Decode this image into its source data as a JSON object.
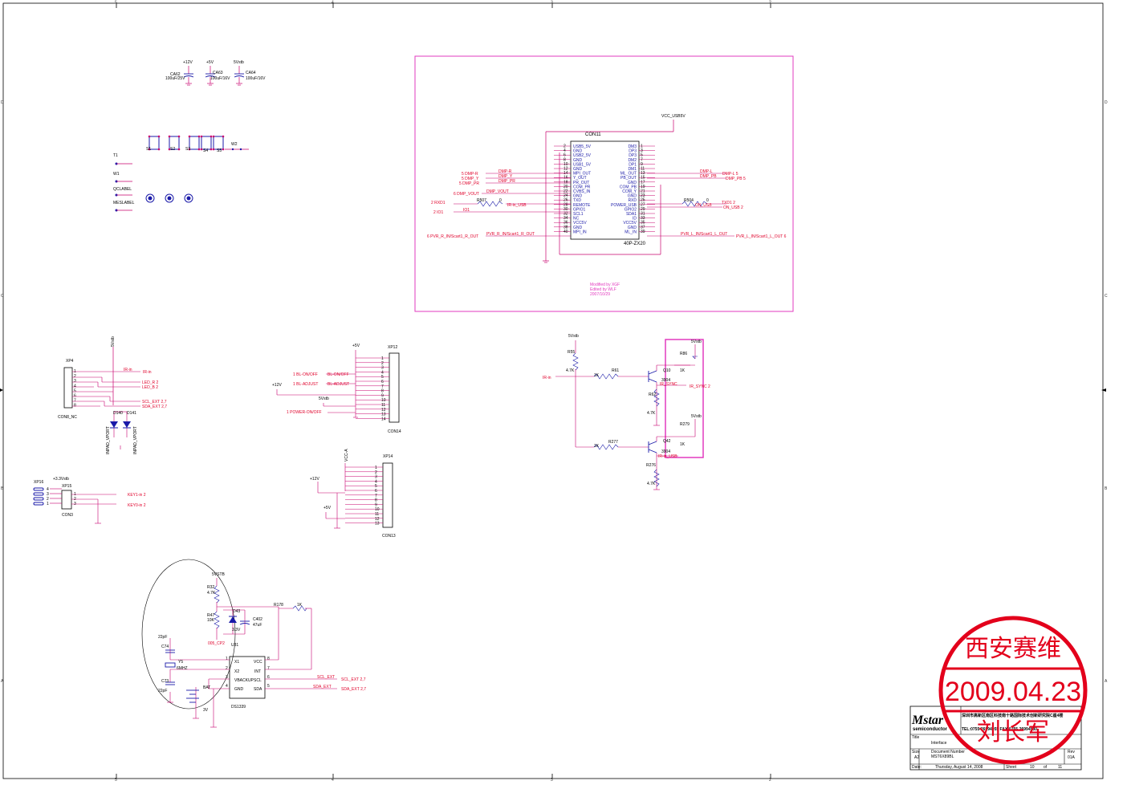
{
  "frame": {
    "col_labels": [
      "5",
      "4",
      "3",
      "2"
    ],
    "row_labels": [
      "D",
      "C",
      "B",
      "A"
    ]
  },
  "caps": [
    {
      "rail": "+12V",
      "ref": "CA62",
      "value": "100uF/25V"
    },
    {
      "rail": "+5V",
      "ref": "CA63",
      "value": "100uF/16V"
    },
    {
      "rail": "5Vstb",
      "ref": "CA64",
      "value": "100uF/16V"
    }
  ],
  "switches": {
    "labels": [
      "S1",
      "S2",
      "S3",
      "S4",
      "S5"
    ],
    "w2": "W2"
  },
  "test_points": [
    {
      "label": "T1"
    },
    {
      "label": "W1"
    },
    {
      "label": "QCLABEL"
    },
    {
      "label": "MESLABEL"
    }
  ],
  "con11": {
    "title": "CON11",
    "part": "40P-ZX20",
    "vcc": "VCC_USB5V",
    "left_pins": [
      {
        "num": "2",
        "name": "USB5_5V"
      },
      {
        "num": "4",
        "name": "GND"
      },
      {
        "num": "6",
        "name": "USB2_5V"
      },
      {
        "num": "8",
        "name": "GND"
      },
      {
        "num": "10",
        "name": "USB1_5V"
      },
      {
        "num": "12",
        "name": "GND"
      },
      {
        "num": "14",
        "name": "MPI_OUT"
      },
      {
        "num": "16",
        "name": "Y_OUT"
      },
      {
        "num": "18",
        "name": "PR_OUT"
      },
      {
        "num": "20",
        "name": "COM_PR"
      },
      {
        "num": "22",
        "name": "CVBS_IN"
      },
      {
        "num": "24",
        "name": "GND"
      },
      {
        "num": "26",
        "name": "TXD"
      },
      {
        "num": "28",
        "name": "REMOTE"
      },
      {
        "num": "30",
        "name": "GPIO1"
      },
      {
        "num": "32",
        "name": "SCL1"
      },
      {
        "num": "34",
        "name": "NC"
      },
      {
        "num": "36",
        "name": "VCC5V"
      },
      {
        "num": "38",
        "name": "GND"
      },
      {
        "num": "40",
        "name": "MPI_IN"
      }
    ],
    "right_pins": [
      {
        "num": "1",
        "name": "DM3"
      },
      {
        "num": "3",
        "name": "DP3"
      },
      {
        "num": "5",
        "name": "DP3"
      },
      {
        "num": "7",
        "name": "DM2"
      },
      {
        "num": "9",
        "name": "DP1"
      },
      {
        "num": "11",
        "name": "DM1"
      },
      {
        "num": "13",
        "name": "ML_OUT"
      },
      {
        "num": "15",
        "name": "PB_OUT"
      },
      {
        "num": "17",
        "name": "GND"
      },
      {
        "num": "19",
        "name": "COM_PB"
      },
      {
        "num": "21",
        "name": "COM_Y"
      },
      {
        "num": "23",
        "name": "GND"
      },
      {
        "num": "25",
        "name": "RXD"
      },
      {
        "num": "27",
        "name": "POWER_USB"
      },
      {
        "num": "29",
        "name": "GPIO2"
      },
      {
        "num": "31",
        "name": "SDA1"
      },
      {
        "num": "33",
        "name": "ID"
      },
      {
        "num": "35",
        "name": "VCC5V"
      },
      {
        "num": "37",
        "name": "GND"
      },
      {
        "num": "39",
        "name": "ML_IN"
      }
    ],
    "left_nets": [
      {
        "text": "5  DMP-R",
        "net": "DMP-R"
      },
      {
        "text": "5  DMP_Y",
        "net": "DMP_Y"
      },
      {
        "text": "5  DMP_PR",
        "net": "DMP_PR"
      },
      {
        "text": "6  DMP_VOUT",
        "net": "DMP_VOUT"
      },
      {
        "text": "2  RXD1",
        "net": ""
      },
      {
        "text": "2  IO1",
        "net": "IO1"
      },
      {
        "text": "6  PVR_R_IN/Scart1_R_OUT",
        "net": "PVR_R_IN/Scart1_R_OUT"
      }
    ],
    "r507": {
      "ref": "R507",
      "value": "0",
      "net": "IR-in_USB"
    },
    "right_nets": [
      {
        "net": "DMP-L",
        "text": "DMP-L  5"
      },
      {
        "net": "DMP_PB",
        "text": "DMP_PB  5"
      }
    ],
    "r504": {
      "ref": "R504",
      "value": "0",
      "net": "ON_USB",
      "port1": "TXD1  2",
      "port2": "ON_USB  2"
    },
    "pvr_l": {
      "net": "PVR_L_IN/Scart1_L_OUT",
      "text": "PVR_L_IN/Scart1_L_OUT  6"
    },
    "note": [
      "Modified by XGF",
      "Edited by WLF",
      "2007/10/29"
    ]
  },
  "xp4": {
    "ref": "XP4",
    "name": "CON8_NC",
    "rail": "5Vstb",
    "pins": [
      "1",
      "2",
      "3",
      "4",
      "5",
      "6",
      "7",
      "8"
    ],
    "nets": [
      {
        "net": "IR-in",
        "port": "IR-in"
      },
      {
        "net": "",
        "port": "LED_R  2"
      },
      {
        "net": "",
        "port": "LED_B  2"
      },
      {
        "net": "",
        "port": "SCL_EXT  2,7"
      },
      {
        "net": "",
        "port": "SDA_EXT  2,7"
      }
    ],
    "diodes": [
      {
        "ref": "D140",
        "name": "INPAD_VPORT"
      },
      {
        "ref": "D141",
        "name": "INPAD_VPORT"
      }
    ]
  },
  "xp12": {
    "ref": "XP12",
    "name": "CON14",
    "rail": "+5V",
    "pins": [
      "1",
      "2",
      "3",
      "4",
      "5",
      "6",
      "7",
      "8",
      "9",
      "10",
      "11",
      "12",
      "13",
      "14"
    ],
    "nets": [
      {
        "port": "1  BL-ON/OFF",
        "net": "BL-ON/OFF"
      },
      {
        "port": "1  BL-ADJUST",
        "net": "BL-ADJUST"
      },
      {
        "port": "1  POWER-ON/OFF",
        "net": ""
      }
    ],
    "rail2": "+12V",
    "rail3": "5Vstb"
  },
  "xp14": {
    "ref": "XP14",
    "name": "CON13",
    "rail": "VCC-A",
    "pins": [
      "1",
      "2",
      "3",
      "4",
      "5",
      "6",
      "7",
      "8",
      "9",
      "10",
      "11",
      "12",
      "13"
    ],
    "rail2": "+12V",
    "rail3": "+5V"
  },
  "xp15": {
    "ref": "XP15",
    "ref2": "XP16",
    "name": "CON3",
    "rail": "+3.3Vstb",
    "pins": [
      "1",
      "2",
      "3"
    ],
    "pins16": [
      "4",
      "3",
      "2",
      "1"
    ],
    "nets": [
      {
        "port": "KEY1-in  2"
      },
      {
        "port": "KEY0-in  2"
      }
    ]
  },
  "ir": {
    "rail": "5Vstb",
    "r55": {
      "ref": "R55",
      "value": "4.7K"
    },
    "in_net": "IR-in",
    "r61": {
      "ref": "R61",
      "value": "1K"
    },
    "q10": {
      "ref": "Q10",
      "part": "3904"
    },
    "r86": {
      "ref": "R86",
      "value": "1K"
    },
    "r62": {
      "ref": "R62",
      "value": "4.7K"
    },
    "sync_net": "IR_SYNC",
    "sync_port": "IR_SYNC  2",
    "rail2": "5Vstb",
    "r279": {
      "ref": "R279",
      "value": "1K"
    },
    "r277": {
      "ref": "R277",
      "value": "1K"
    },
    "q42": {
      "ref": "Q42",
      "part": "3904"
    },
    "usb_net": "IR-in_USB",
    "r276": {
      "ref": "R276",
      "value": "4.7K"
    },
    "rail_top": "5Vstb"
  },
  "rtc": {
    "rail": "5VSTB",
    "r32": {
      "ref": "R32",
      "value": "4.7K"
    },
    "r47": {
      "ref": "R47",
      "value": "10K"
    },
    "d43": {
      "ref": "D43",
      "value": "3.3V"
    },
    "c402": {
      "ref": "C402",
      "value": "47uF"
    },
    "r178": {
      "ref": "R178",
      "value": "1K"
    },
    "c74": {
      "ref": "C74",
      "value": "22pF"
    },
    "c73": {
      "ref": "C73",
      "value": "22pF"
    },
    "y5": {
      "ref": "Y5",
      "value": "6MHZ"
    },
    "note": "005_CP2",
    "u31": {
      "ref": "U31",
      "part": "DS1339",
      "left": [
        "X1",
        "X2",
        "VBACKUP",
        "GND"
      ],
      "left_nums": [
        "1",
        "2",
        "3",
        "4"
      ],
      "right": [
        "VCC",
        "INT",
        "SCL",
        "SDA"
      ],
      "right_nums": [
        "8",
        "7",
        "6",
        "5"
      ]
    },
    "bat": {
      "ref": "BAT",
      "value": "3V"
    },
    "scl": {
      "net": "SCL_EXT",
      "port": "SCL_EXT  2,7"
    },
    "sda": {
      "net": "SDA_EXT",
      "port": "SDA_EXT  2,7"
    }
  },
  "stamp": {
    "line1": "西安赛维",
    "date": "2009.04.23",
    "name": "刘长军"
  },
  "title_block": {
    "logo": "Mstar",
    "logo_sub": "semiconductor",
    "company": "深圳市高新区南区科技南十路国际技术创新研究院C座4楼",
    "tel": "TEL:0755-26994955  FAX:0755-26994530",
    "title_label": "Title",
    "title": "Interface",
    "size_label": "Size",
    "size": "A2",
    "docnum_label": "Document Number",
    "docnum": "MST6X89BL",
    "rev_label": "Rev",
    "rev": "01A",
    "date_label": "Date:",
    "date": "Thursday, August 14, 2008",
    "sheet_label": "Sheet",
    "sheet": "10",
    "of_label": "of",
    "total": "11"
  },
  "colors": {
    "wire": "#c8006e",
    "part": "#1a1aa8",
    "net": "#e0002a",
    "stamp": "#e3001b",
    "frame": "#000000"
  }
}
